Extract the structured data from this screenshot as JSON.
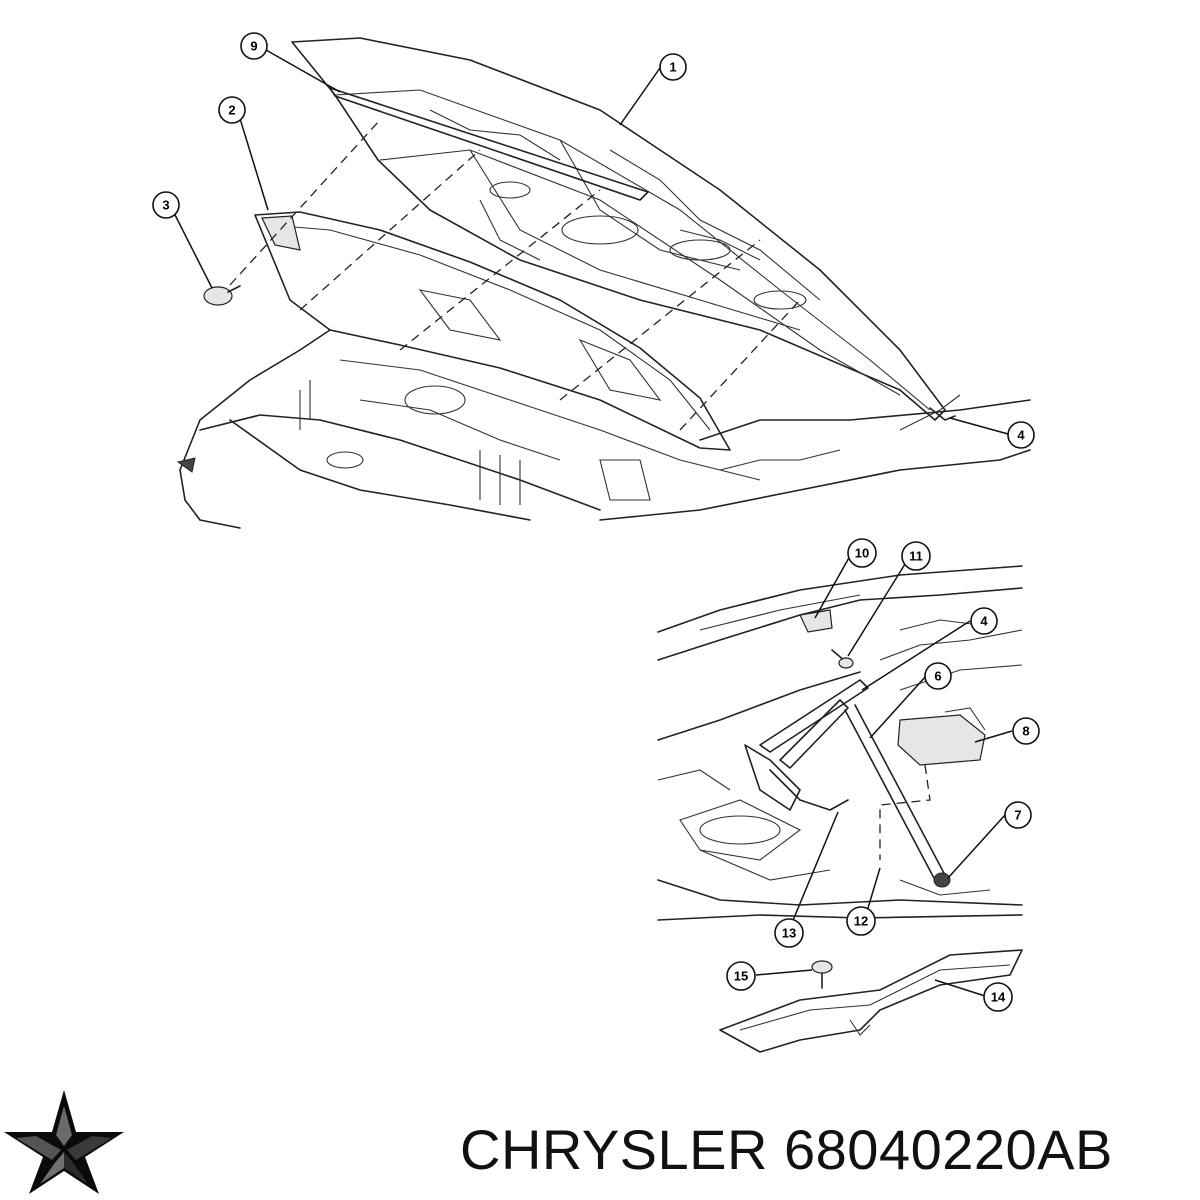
{
  "caption": {
    "brand": "CHRYSLER",
    "part_number": "68040220AB"
  },
  "logo": {
    "icon": "chrysler-pentastar-icon"
  },
  "callouts": [
    {
      "id": "c1",
      "label": "1"
    },
    {
      "id": "c2",
      "label": "2"
    },
    {
      "id": "c3",
      "label": "3"
    },
    {
      "id": "c4a",
      "label": "4"
    },
    {
      "id": "c9",
      "label": "9"
    },
    {
      "id": "c10",
      "label": "10"
    },
    {
      "id": "c11",
      "label": "11"
    },
    {
      "id": "c4b",
      "label": "4"
    },
    {
      "id": "c6",
      "label": "6"
    },
    {
      "id": "c8",
      "label": "8"
    },
    {
      "id": "c7",
      "label": "7"
    },
    {
      "id": "c12",
      "label": "12"
    },
    {
      "id": "c13",
      "label": "13"
    },
    {
      "id": "c15",
      "label": "15"
    },
    {
      "id": "c14",
      "label": "14"
    }
  ]
}
